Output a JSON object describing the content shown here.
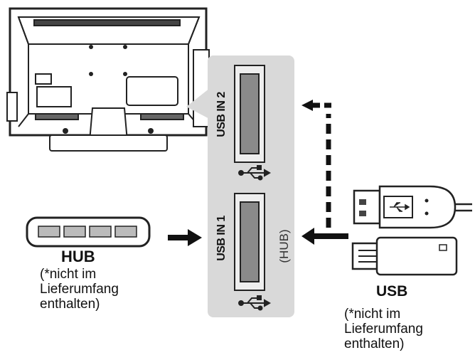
{
  "ports": {
    "port2_label": "USB IN 2",
    "port1_label": "USB IN 1",
    "port1_tag": "(HUB)"
  },
  "hub": {
    "title": "HUB",
    "note": "(*nicht im\nLieferumfang\nenthalten)"
  },
  "usb": {
    "title": "USB",
    "note": "(*nicht im\nLieferumfang\nenthalten)"
  },
  "icons": [
    "usb-symbol-icon",
    "arrow-icon",
    "dashed-arrow-icon"
  ]
}
